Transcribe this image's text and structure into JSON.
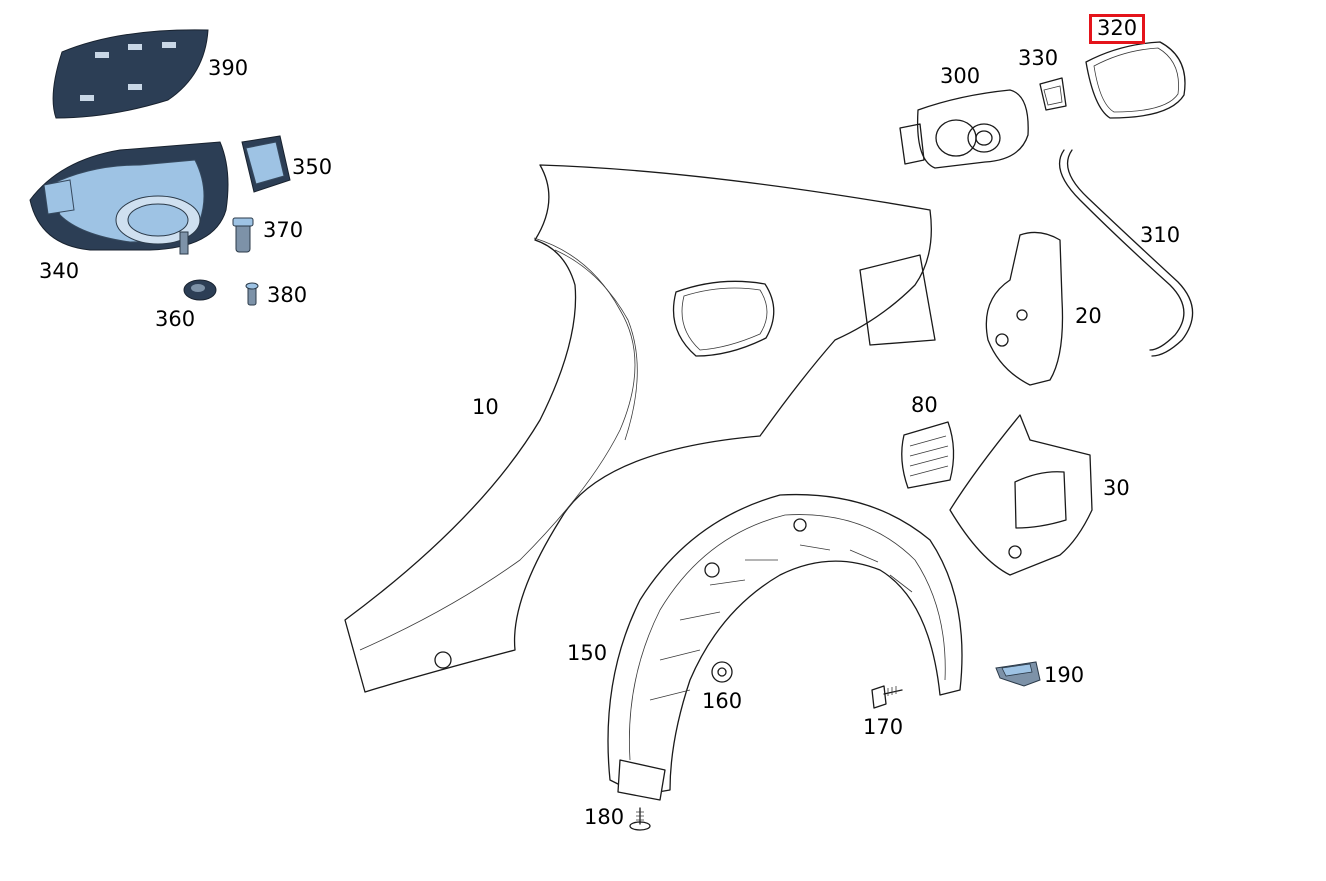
{
  "callouts": [
    {
      "id": "390",
      "label": "390"
    },
    {
      "id": "350",
      "label": "350"
    },
    {
      "id": "370",
      "label": "370"
    },
    {
      "id": "340",
      "label": "340"
    },
    {
      "id": "380",
      "label": "380"
    },
    {
      "id": "360",
      "label": "360"
    },
    {
      "id": "300",
      "label": "300"
    },
    {
      "id": "330",
      "label": "330"
    },
    {
      "id": "320",
      "label": "320",
      "highlighted": true
    },
    {
      "id": "310",
      "label": "310"
    },
    {
      "id": "10",
      "label": "10"
    },
    {
      "id": "20",
      "label": "20"
    },
    {
      "id": "80",
      "label": "80"
    },
    {
      "id": "30",
      "label": "30"
    },
    {
      "id": "150",
      "label": "150"
    },
    {
      "id": "160",
      "label": "160"
    },
    {
      "id": "170",
      "label": "170"
    },
    {
      "id": "190",
      "label": "190"
    },
    {
      "id": "180",
      "label": "180"
    }
  ],
  "colors": {
    "highlight_border": "#e4141b",
    "part_dark": "#2c3e55",
    "part_blue": "#9ec3e4",
    "line": "#1a1a1a",
    "background": "#ffffff"
  }
}
